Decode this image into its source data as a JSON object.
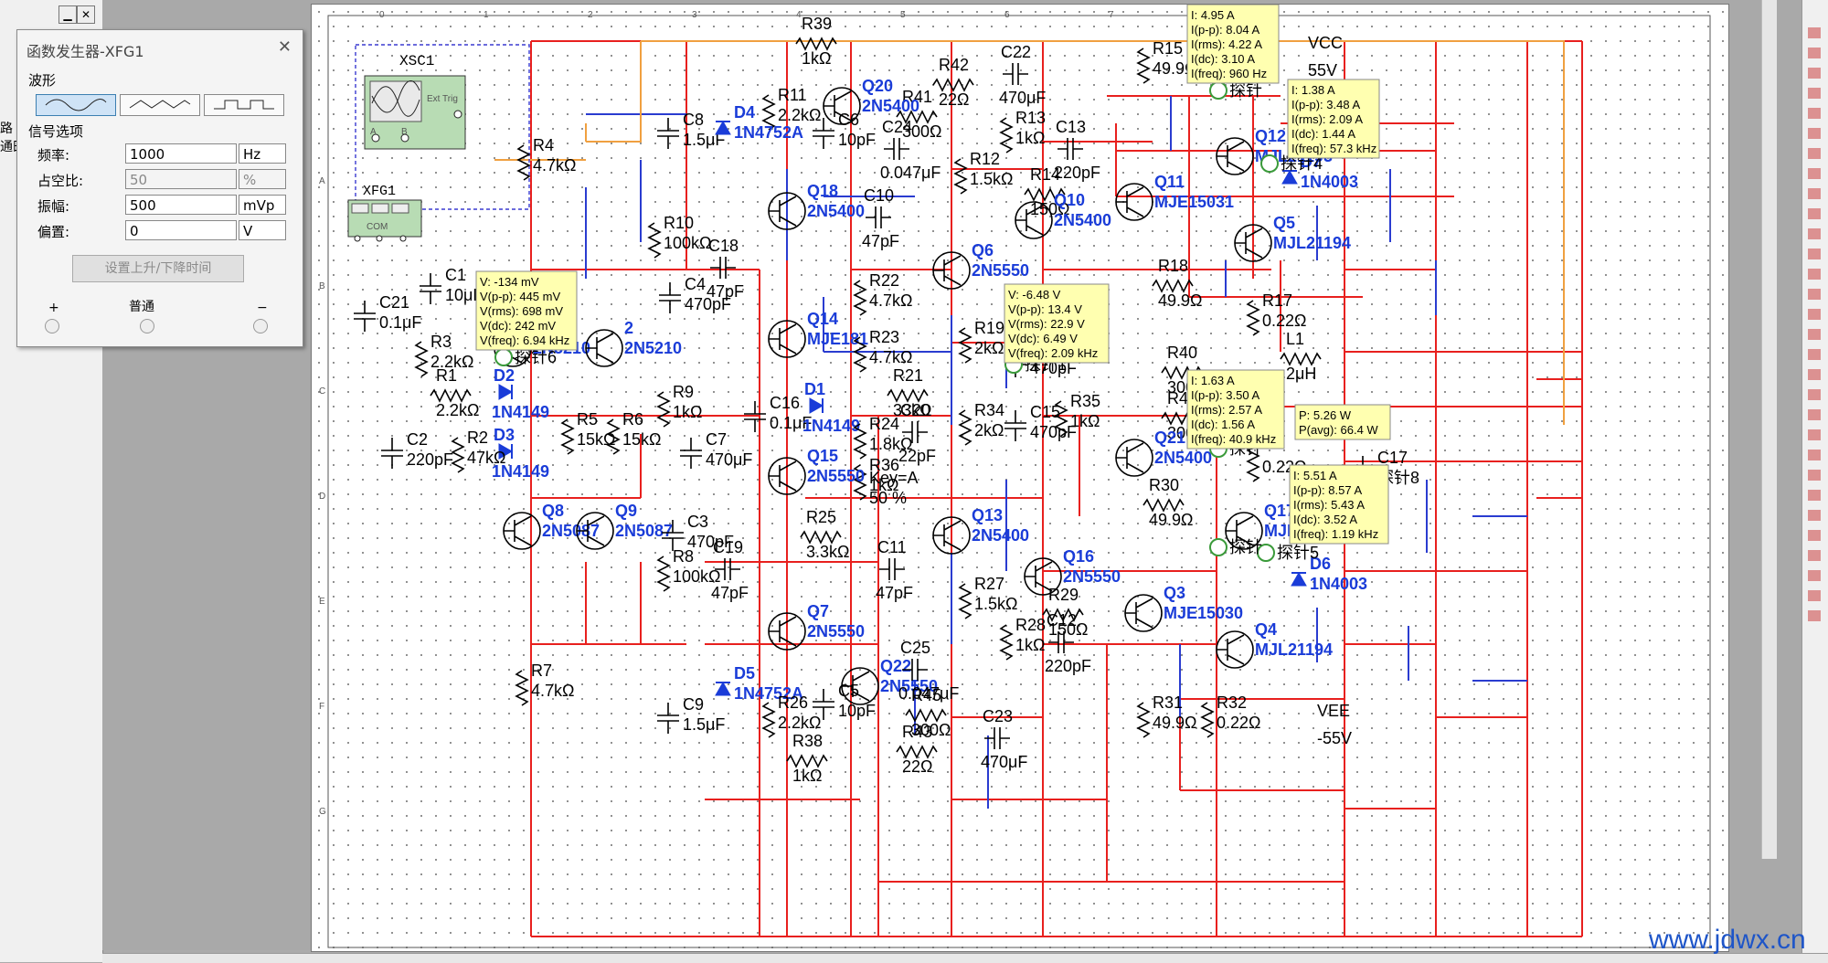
{
  "dialog": {
    "title": "函数发生器-XFG1",
    "waveform_section": "波形",
    "signal_section": "信号选项",
    "rows": [
      {
        "label": "频率:",
        "value": "1000",
        "unit": "Hz"
      },
      {
        "label": "占空比:",
        "value": "50",
        "unit": "%"
      },
      {
        "label": "振幅:",
        "value": "500",
        "unit": "mVp"
      },
      {
        "label": "偏置:",
        "value": "0",
        "unit": "V"
      }
    ],
    "rise_fall_button": "设置上升/下降时间",
    "terminals": {
      "plus": "+",
      "common": "普通",
      "minus": "−"
    }
  },
  "left_strip": {
    "cut1": "路",
    "cut2": "通田"
  },
  "instruments": {
    "xsc1": "XSC1",
    "ext_trig": "Ext Trig",
    "xfg1": "XFG1",
    "com": "COM",
    "a": "A",
    "b": "B"
  },
  "column_labels": [
    "0",
    "1",
    "2",
    "3",
    "4",
    "5",
    "6",
    "7",
    "8"
  ],
  "row_labels": [
    "A",
    "B",
    "C",
    "D",
    "E",
    "F",
    "G"
  ],
  "components": {
    "r39": [
      "R39",
      "1kΩ"
    ],
    "r42": [
      "R42",
      "22Ω"
    ],
    "c22": [
      "C22",
      "470μF"
    ],
    "r41": [
      "R41",
      "300Ω"
    ],
    "c24": [
      "C24",
      "0.047μF"
    ],
    "r13": [
      "R13",
      "1kΩ"
    ],
    "c13": [
      "C13",
      "220pF"
    ],
    "r14": [
      "R14",
      "150Ω"
    ],
    "r12": [
      "R12",
      "1.5kΩ"
    ],
    "r15": [
      "R15",
      "49.9Ω"
    ],
    "r16": [
      "R",
      "0.22Ω"
    ],
    "vcc": [
      "VCC",
      "55V"
    ],
    "r11": [
      "R11",
      "2.2kΩ"
    ],
    "c6": [
      "C6",
      "10pF"
    ],
    "c8": [
      "C8",
      "1.5μF"
    ],
    "d4": [
      "D4",
      "1N4752A"
    ],
    "q20": [
      "Q20",
      "2N5400"
    ],
    "q18": [
      "Q18",
      "2N5400"
    ],
    "q12": [
      "Q12",
      "MJL21193"
    ],
    "d7": [
      "D7",
      "1N4003"
    ],
    "q11": [
      "Q11",
      "MJE15031"
    ],
    "q10": [
      "Q10",
      "2N5400"
    ],
    "c10": [
      "C10",
      "47pF"
    ],
    "q6": [
      "Q6",
      "2N5550"
    ],
    "q5": [
      "Q5",
      "MJL21194"
    ],
    "r18": [
      "R18",
      "49.9Ω"
    ],
    "r17": [
      "R17",
      "0.22Ω"
    ],
    "r10": [
      "R10",
      "100kΩ"
    ],
    "c18": [
      "C18",
      "47pF"
    ],
    "c4": [
      "C4",
      "470pF"
    ],
    "r22": [
      "R22",
      "4.7kΩ"
    ],
    "q14": [
      "Q14",
      "MJE181"
    ],
    "r23": [
      "R23",
      "4.7kΩ"
    ],
    "r19": [
      "R19",
      "2kΩ"
    ],
    "c14": [
      "C14",
      "470pF"
    ],
    "l1": [
      "L1",
      "2μH"
    ],
    "r40": [
      "R40",
      "300Ω"
    ],
    "r21": [
      "R21",
      "33kΩ"
    ],
    "r44": [
      "R44",
      "300Ω"
    ],
    "r4": [
      "R4",
      "4.7kΩ"
    ],
    "c1": [
      "C1",
      "10μF"
    ],
    "c21": [
      "C21",
      "0.1μF"
    ],
    "r3": [
      "R3",
      "2.2kΩ"
    ],
    "r1": [
      "R1",
      "2.2kΩ"
    ],
    "q1": [
      "",
      "2N5210"
    ],
    "q2": [
      "2",
      "2N5210"
    ],
    "d2": [
      "D2",
      "1N4149"
    ],
    "d3": [
      "D3",
      "1N4149"
    ],
    "c2": [
      "C2",
      "220pF"
    ],
    "r2": [
      "R2",
      "47kΩ"
    ],
    "r5": [
      "R5",
      "15kΩ"
    ],
    "r6": [
      "R6",
      "15kΩ"
    ],
    "r9": [
      "R9",
      "1kΩ"
    ],
    "c16": [
      "C16",
      "0.1μF"
    ],
    "d1": [
      "D1",
      "1N4149"
    ],
    "c7": [
      "C7",
      "470μF"
    ],
    "r24": [
      "R24",
      "1.8kΩ"
    ],
    "r36": [
      "R36",
      "1kΩ"
    ],
    "key": [
      "Key=A",
      "50 %"
    ],
    "c20": [
      "C20",
      "22pF"
    ],
    "r34": [
      "R34",
      "2kΩ"
    ],
    "c15": [
      "C15",
      "470pF"
    ],
    "r35": [
      "R35",
      "1kΩ"
    ],
    "q21": [
      "Q21",
      "2N5400"
    ],
    "q15": [
      "Q15",
      "2N5550"
    ],
    "r25": [
      "R25",
      "3.3kΩ"
    ],
    "q8": [
      "Q8",
      "2N5087"
    ],
    "q9": [
      "Q9",
      "2N5087"
    ],
    "c3": [
      "C3",
      "470pF"
    ],
    "c19": [
      "C19",
      "47pF"
    ],
    "c11": [
      "C11",
      "47pF"
    ],
    "q13": [
      "Q13",
      "2N5400"
    ],
    "r30": [
      "R30",
      "49.9Ω"
    ],
    "r8": [
      "R8",
      "100kΩ"
    ],
    "q16": [
      "Q16",
      "2N5550"
    ],
    "r27": [
      "R27",
      "1.5kΩ"
    ],
    "r29": [
      "R29",
      "150Ω"
    ],
    "c12": [
      "C12",
      "220pF"
    ],
    "q3": [
      "Q3",
      "MJE15030"
    ],
    "q4": [
      "Q4",
      "MJL21194"
    ],
    "q7": [
      "Q7",
      "2N5550"
    ],
    "r28": [
      "R28",
      "1kΩ"
    ],
    "q17": [
      "Q17",
      "MJL2119"
    ],
    "d6": [
      "D6",
      "1N4003"
    ],
    "r7": [
      "R7",
      "4.7kΩ"
    ],
    "q22": [
      "Q22",
      "2N5550"
    ],
    "c25": [
      "C25",
      "0.047μF"
    ],
    "c5": [
      "C5",
      "10pF"
    ],
    "r45": [
      "R45",
      "300Ω"
    ],
    "c9": [
      "C9",
      "1.5μF"
    ],
    "d5": [
      "D5",
      "1N4752A"
    ],
    "r26": [
      "R26",
      "2.2kΩ"
    ],
    "c23": [
      "C23",
      "470μF"
    ],
    "r31": [
      "R31",
      "49.9Ω"
    ],
    "r32": [
      "R32",
      "0.22Ω"
    ],
    "vee": [
      "VEE",
      "-55V"
    ],
    "r38": [
      "R38",
      "1kΩ"
    ],
    "r43": [
      "R43",
      "22Ω"
    ],
    "r22b": [
      "",
      "0.22Ω"
    ],
    "c17": [
      "C17",
      "探针8"
    ]
  },
  "probes": {
    "p1": "探针1",
    "p2": "探针",
    "p3": "探针",
    "p4": "探针4",
    "p5": "探针5",
    "p6": "探针6",
    "p7": "探针"
  },
  "annotations": {
    "a1": [
      "I: 4.95 A",
      "I(p-p): 8.04 A",
      "I(rms): 4.22 A",
      "I(dc): 3.10 A",
      "I(freq): 960 Hz"
    ],
    "a2": [
      "I: 1.38 A",
      "I(p-p): 3.48 A",
      "I(rms): 2.09 A",
      "I(dc): 1.44 A",
      "I(freq): 57.3 kHz"
    ],
    "a3": [
      "V: -134 mV",
      "V(p-p): 445 mV",
      "V(rms): 698 mV",
      "V(dc): 242 mV",
      "V(freq): 6.94 kHz"
    ],
    "a4": [
      "V: -6.48 V",
      "V(p-p): 13.4 V",
      "V(rms): 22.9 V",
      "V(dc): 6.49 V",
      "V(freq): 2.09 kHz"
    ],
    "a5": [
      "I: 1.63 A",
      "I(p-p): 3.50 A",
      "I(rms): 2.57 A",
      "I(dc): 1.56 A",
      "I(freq): 40.9 kHz"
    ],
    "a6": [
      "P: 5.26 W",
      "P(avg): 66.4 W"
    ],
    "a7": [
      "I: 5.51 A",
      "I(p-p): 8.57 A",
      "I(rms): 5.43 A",
      "I(dc): 3.52 A",
      "I(freq): 1.19 kHz"
    ]
  },
  "watermark": "www.jdwx.cn",
  "colors": {
    "wire_red": "#e8201e",
    "wire_blue": "#2a3cd0",
    "wire_orange": "#f0a040",
    "component_blue": "#1a3cd8",
    "annotation_bg": "#ffffb0"
  }
}
